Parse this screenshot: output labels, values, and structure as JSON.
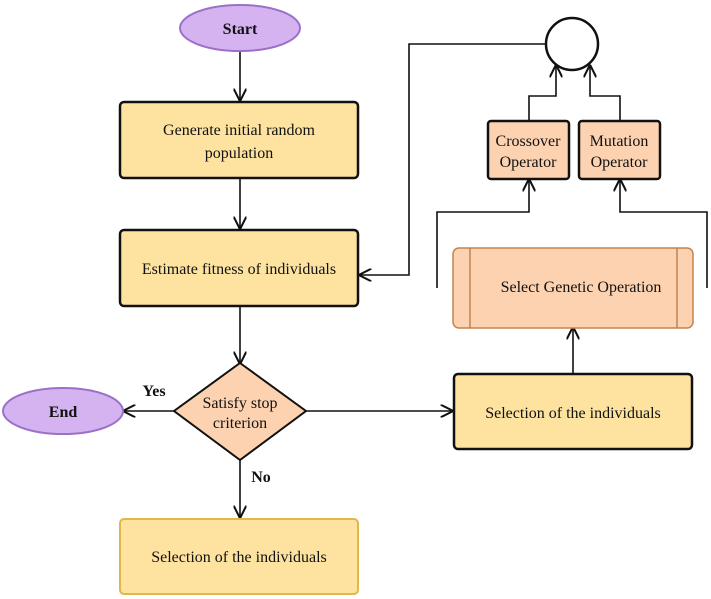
{
  "nodes": {
    "start": {
      "label": "Start"
    },
    "generate": {
      "label_line1": "Generate initial random",
      "label_line2": "population"
    },
    "estimate": {
      "label": "Estimate fitness of individuals"
    },
    "decision": {
      "label_line1": "Satisfy stop",
      "label_line2": "criterion"
    },
    "end": {
      "label": "End"
    },
    "selection_bottom": {
      "label": "Selection of the individuals"
    },
    "selection_right": {
      "label": "Selection of the individuals"
    },
    "select_genetic": {
      "label": "Select Genetic Operation"
    },
    "crossover": {
      "label_line1": "Crossover",
      "label_line2": "Operator"
    },
    "mutation": {
      "label_line1": "Mutation",
      "label_line2": "Operator"
    }
  },
  "edges": {
    "yes_label": "Yes",
    "no_label": "No"
  },
  "colors": {
    "oval_fill": "#d5b3f0",
    "oval_stroke": "#9a70c8",
    "process_fill": "#fde2a0",
    "process_stroke": "#111111",
    "process_light_stroke": "#e0b84a",
    "operator_fill": "#fcd2b0",
    "decision_fill": "#fcd2b0",
    "genetic_fill": "#fcd2b0",
    "genetic_stroke": "#c4834f"
  }
}
